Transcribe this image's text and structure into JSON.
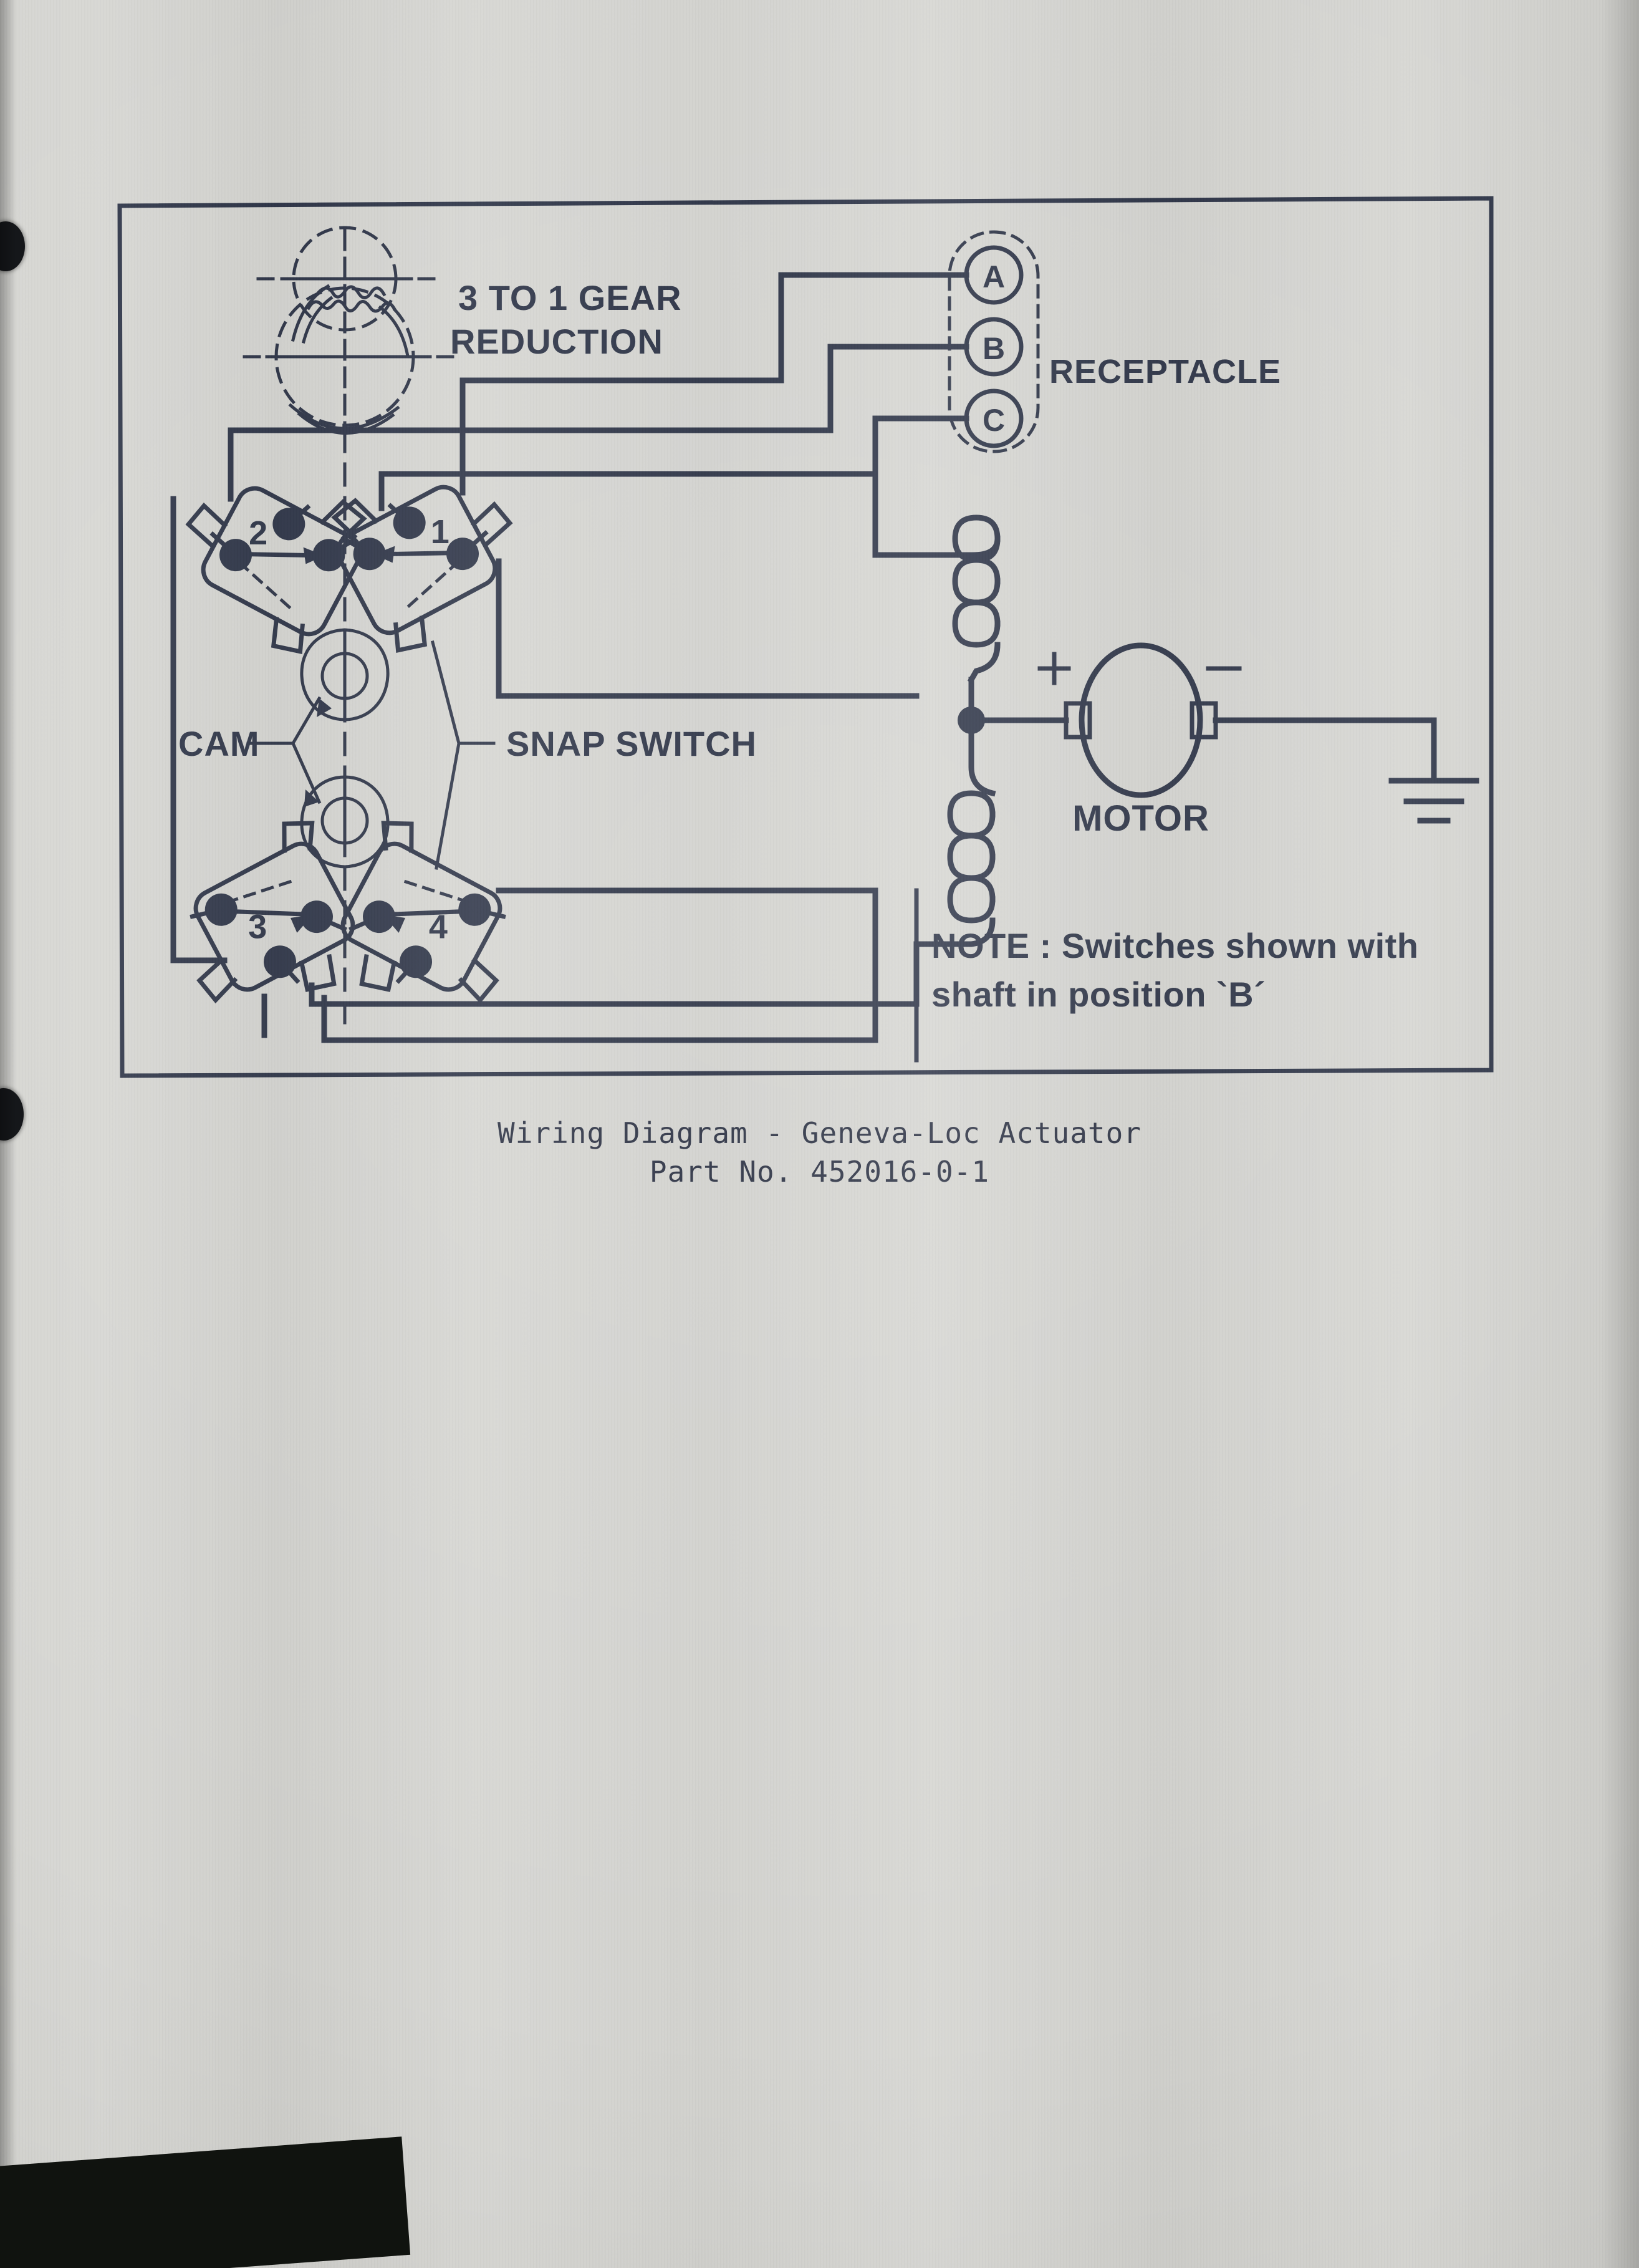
{
  "document": {
    "type": "scanned-technical-page",
    "caption_line_1": "Wiring Diagram - Geneva-Loc Actuator",
    "caption_line_2": "Part No. 452016-0-1",
    "paper_color": "#d6d6d2",
    "ink_color": "#2b3245"
  },
  "diagram": {
    "title": "Wiring Diagram - Geneva-Loc Actuator",
    "gear": {
      "label_line_1": "3 TO 1 GEAR",
      "label_line_2": "REDUCTION",
      "symbol": "gear-pair-symbol"
    },
    "receptacle": {
      "label": "RECEPTACLE",
      "terminals": [
        {
          "id": "A",
          "label": "A"
        },
        {
          "id": "B",
          "label": "B"
        },
        {
          "id": "C",
          "label": "C"
        }
      ]
    },
    "cam": {
      "label": "CAM",
      "lobe_count": 2
    },
    "snap_switches": {
      "label": "SNAP SWITCH",
      "items": [
        {
          "id": "1",
          "label": "1",
          "position": "upper-right"
        },
        {
          "id": "2",
          "label": "2",
          "position": "upper-left"
        },
        {
          "id": "3",
          "label": "3",
          "position": "lower-left"
        },
        {
          "id": "4",
          "label": "4",
          "position": "lower-right"
        }
      ]
    },
    "motor": {
      "label": "MOTOR",
      "positive_terminal": "+",
      "negative_terminal": "−",
      "coils": 2,
      "ground": "earth-ground-symbol"
    },
    "note": {
      "prefix": "NOTE",
      "separator": ":",
      "line_1": "NOTE : Switches shown with",
      "line_2": "shaft in position `B´"
    }
  }
}
